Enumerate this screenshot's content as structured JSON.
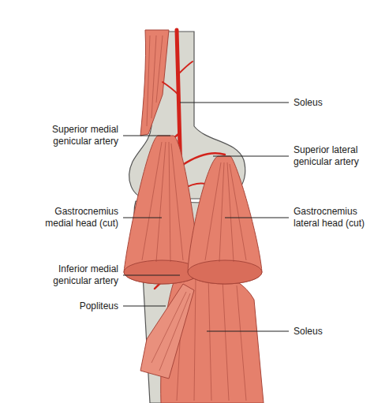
{
  "diagram": {
    "labels": [
      "Soleus",
      "Superior medial genicular artery",
      "Superior lateral genicular artery",
      "Gastrocnemius medial head (cut)",
      "Gastrocnemius lateral head (cut)",
      "Inferior medial genicular artery",
      "Popliteus",
      "Soleus"
    ]
  }
}
